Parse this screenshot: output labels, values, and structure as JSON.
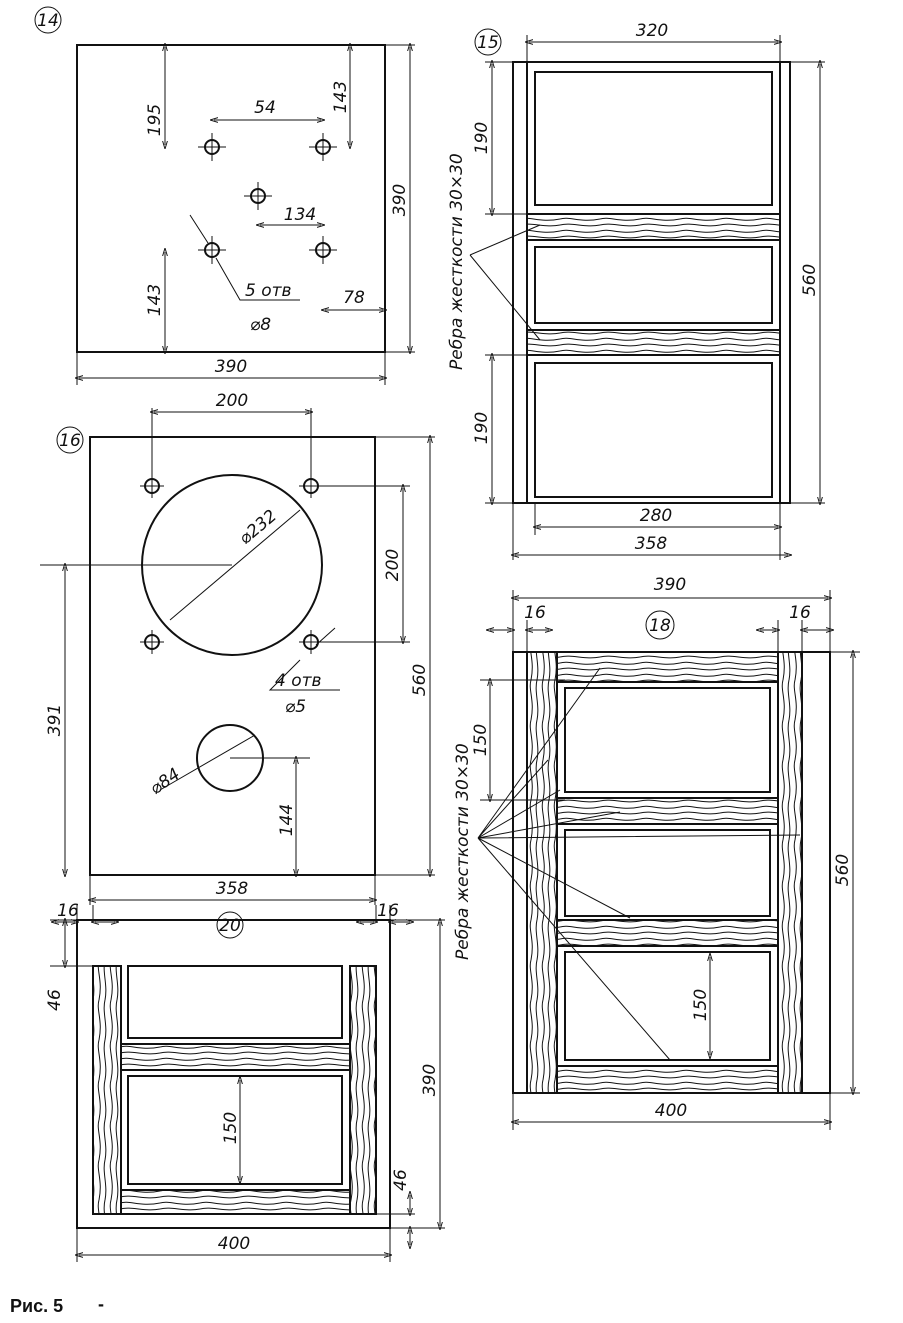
{
  "caption": "Рис. 5",
  "caption_dash": "-",
  "fig14": {
    "number": "14",
    "dims": {
      "top_195": "195",
      "hole_spacing_54": "54",
      "top_143": "143",
      "spacing_134": "134",
      "bottom_143": "143",
      "right_78": "78",
      "height_390": "390",
      "width_390": "390"
    },
    "holes_label": "5 отв",
    "holes_dia": "⌀8"
  },
  "fig16": {
    "number": "16",
    "dims": {
      "hole_spacing_200": "200",
      "big_dia": "⌀232",
      "vert_200": "200",
      "height_560": "560",
      "left_391": "391",
      "small_dia": "⌀84",
      "bottom_144": "144",
      "width_358": "358"
    },
    "holes_label": "4 отв",
    "holes_dia": "⌀5"
  },
  "fig15": {
    "number": "15",
    "dims": {
      "top_320": "320",
      "top_190": "190",
      "bottom_190": "190",
      "height_560": "560",
      "inner_280": "280",
      "width_358": "358"
    },
    "ribs_label": "Ребра жесткости 30×30"
  },
  "fig18": {
    "number": "18",
    "dims": {
      "top_390": "390",
      "left_16": "16",
      "right_16": "16",
      "left_150": "150",
      "inner_150": "150",
      "height_560": "560",
      "width_400": "400"
    },
    "ribs_label": "Ребра жесткости 30×30"
  },
  "fig20": {
    "number": "20",
    "dims": {
      "left_16": "16",
      "right_16": "16",
      "top_46": "46",
      "height_390": "390",
      "inner_150": "150",
      "bottom_46": "46",
      "width_400": "400"
    }
  }
}
